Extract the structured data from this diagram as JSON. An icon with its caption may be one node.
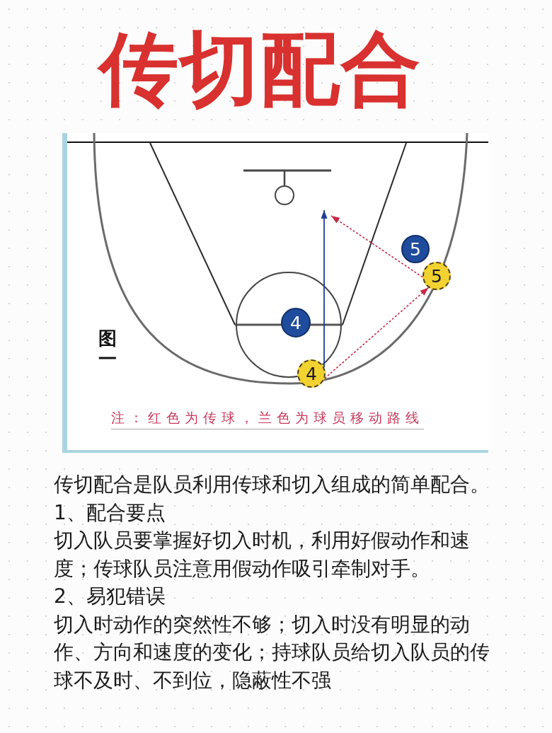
{
  "diagram": {
    "title": "传切配合",
    "nodes": [
      {
        "text": [
          "5"
        ]
      },
      {
        "text": [
          "5"
        ]
      },
      {
        "text": [
          "4"
        ]
      },
      {
        "text": [
          "4"
        ]
      }
    ],
    "edges": [
      {
        "from": 3,
        "to": null,
        "arrow": "to",
        "color": "#1f3f94"
      },
      {
        "from": 3,
        "to": 1,
        "arrow": "to",
        "style": "dashed"
      },
      {
        "from": 1,
        "to": null,
        "arrow": "to",
        "style": "dashed"
      }
    ],
    "labels": [
      "图一",
      "注：红色为传球，兰色为球员移动路线",
      "传切配合是队员利用传球和切入组成的简单配合。",
      "1、配合要点",
      "切入队员要掌握好切入时机，利用好假动作和速度；传球队员注意用假动作吸引牵制对手。",
      "2、易犯错误",
      "切入时动作的突然性不够；切入时没有明显的动作、方向和速度的变化；持球队员给切入队员的传球不及时、不到位，隐蔽性不强"
    ]
  }
}
